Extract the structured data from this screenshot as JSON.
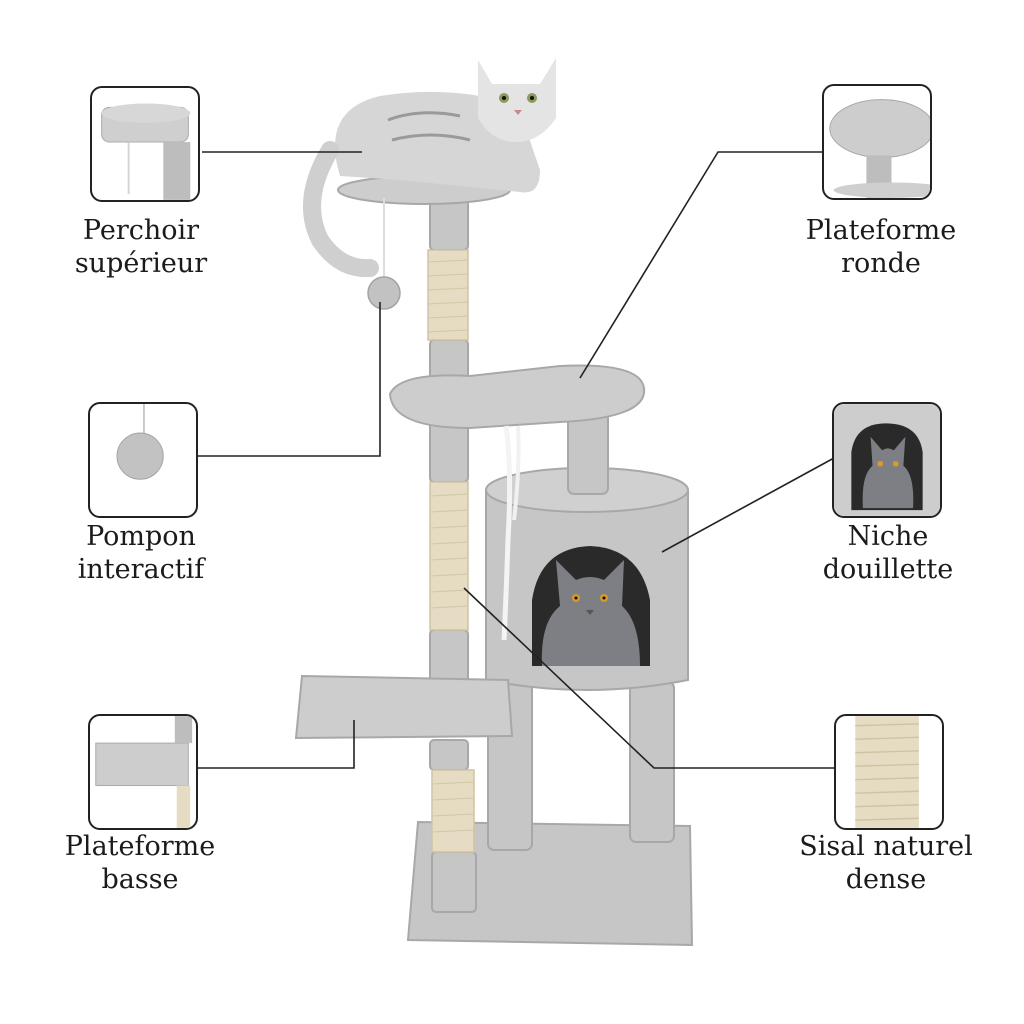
{
  "callouts": [
    {
      "id": "perchoir",
      "line1": "Perchoir",
      "line2": "supérieur"
    },
    {
      "id": "plateforme-ronde",
      "line1": "Plateforme",
      "line2": "ronde"
    },
    {
      "id": "pompon",
      "line1": "Pompon",
      "line2": "interactif"
    },
    {
      "id": "niche",
      "line1": "Niche",
      "line2": "douillette"
    },
    {
      "id": "plateforme-basse",
      "line1": "Plateforme",
      "line2": "basse"
    },
    {
      "id": "sisal",
      "line1": "Sisal naturel",
      "line2": "dense"
    }
  ],
  "colors": {
    "plush": "#c9c9c9",
    "plush_dark": "#a9a9a9",
    "sisal": "#e6dcc3",
    "cat_grey": "#7d7f85",
    "cat_silver": "#d8d8d8",
    "line": "#222222"
  }
}
